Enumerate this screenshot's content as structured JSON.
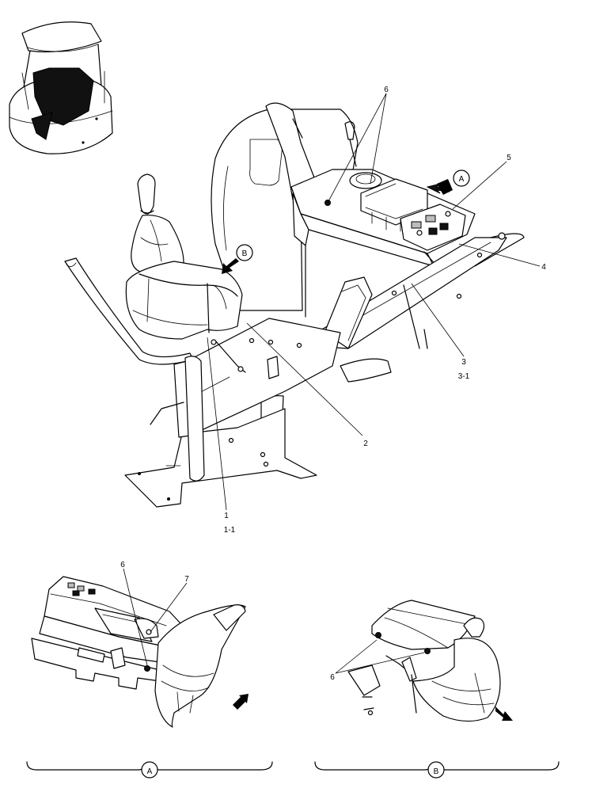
{
  "callouts": {
    "c1": "1",
    "c1_1": "1-1",
    "c2": "2",
    "c3": "3",
    "c3_1": "3-1",
    "c4": "4",
    "c5": "5",
    "c6_main": "6",
    "c6_a": "6",
    "c6_b": "6",
    "c7": "7"
  },
  "view_markers": {
    "main_a": "A",
    "main_b": "B",
    "detail_a": "A",
    "detail_b": "B"
  },
  "colors": {
    "line": "#000000",
    "shade": "#bdbdbd",
    "background": "#ffffff"
  }
}
